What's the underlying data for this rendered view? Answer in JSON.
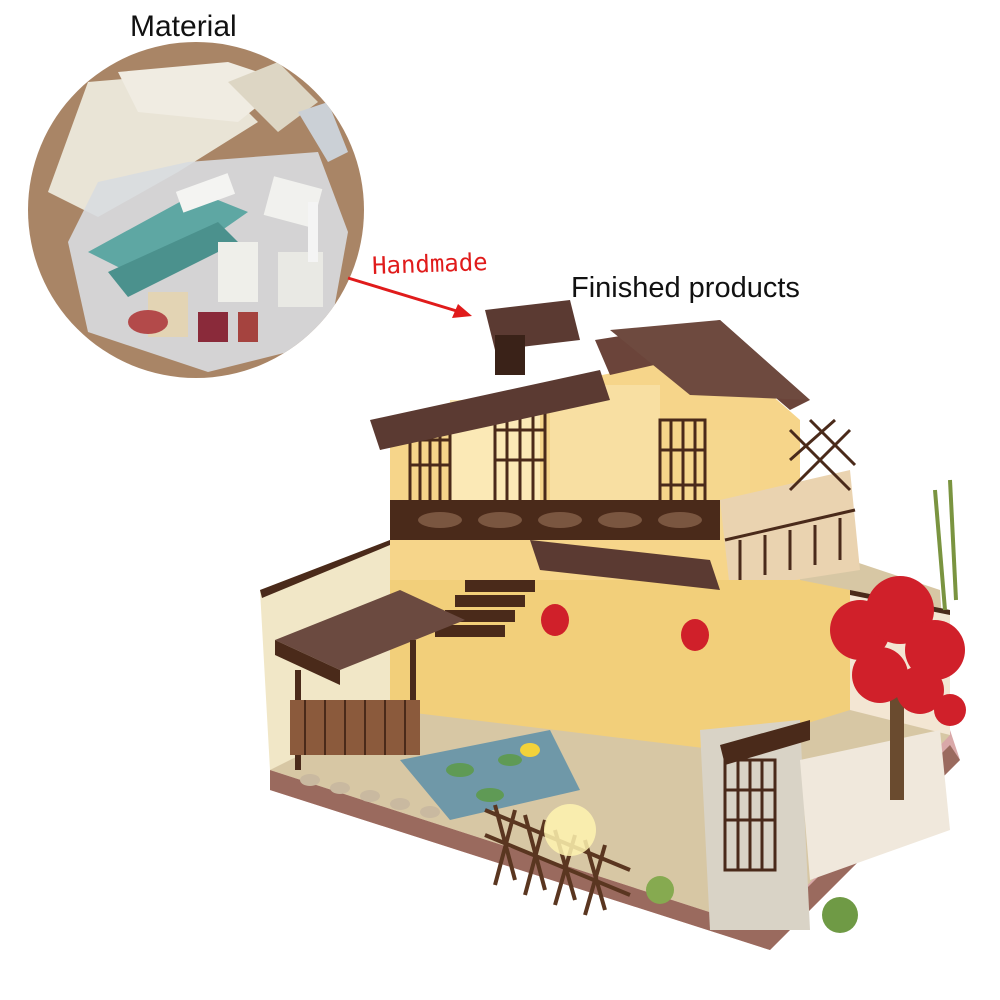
{
  "labels": {
    "material": "Material",
    "handmade": "Handmade",
    "finished": "Finished  products"
  },
  "colors": {
    "arrow": "#e01b1b",
    "roof": "#5b3a32",
    "wood": "#4a2a1a",
    "warm_light": "#f6d58a",
    "blossom": "#d0202a",
    "base_plate": "#d9a8a8"
  },
  "icons": {
    "arrow": "arrow-right-icon"
  }
}
